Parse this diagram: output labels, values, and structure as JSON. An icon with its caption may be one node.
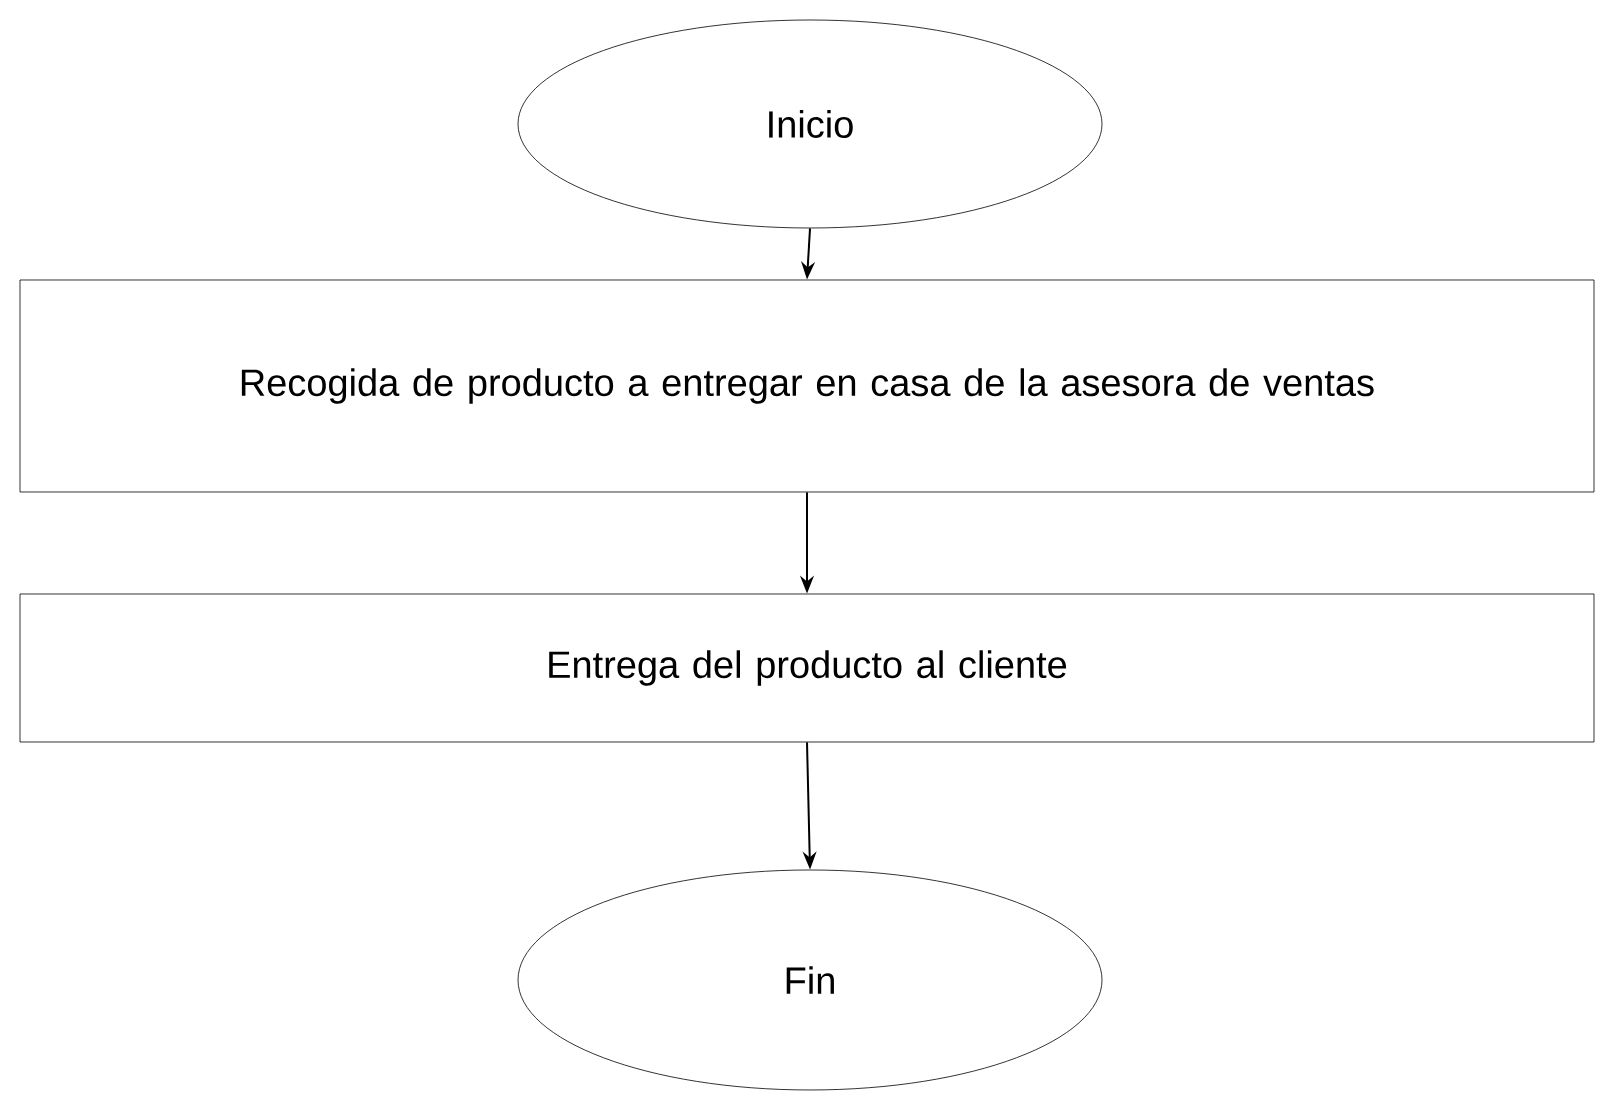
{
  "diagram": {
    "nodes": [
      {
        "text": [
          "Inicio"
        ]
      },
      {
        "text": [
          "Recogida de producto a entregar en casa de la asesora de ventas"
        ]
      },
      {
        "text": [
          "Entrega del producto al cliente"
        ]
      },
      {
        "text": [
          "Fin"
        ]
      }
    ],
    "edges": [
      {
        "from": 0,
        "to": 1,
        "arrow": "to"
      },
      {
        "from": 1,
        "to": 2,
        "arrow": "to"
      },
      {
        "from": 2,
        "to": 3,
        "arrow": "to"
      }
    ]
  }
}
